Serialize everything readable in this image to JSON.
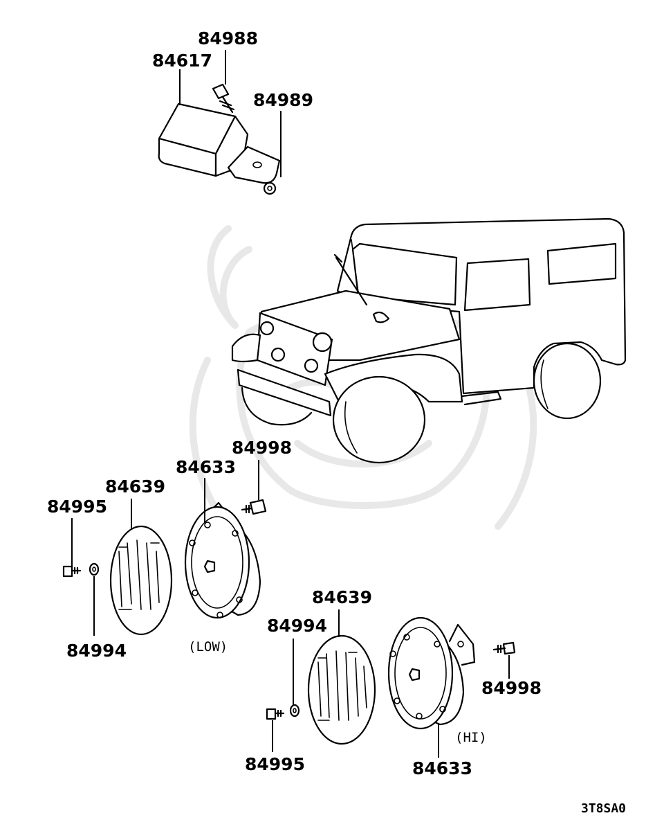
{
  "parts": {
    "relay": "84617",
    "relay_screw": "84988",
    "relay_nut": "84989",
    "horn_low_screw_top": "84998",
    "horn_low": "84633",
    "cover_low": "84639",
    "screw_low_left": "84995",
    "washer_low_left": "84994",
    "cover_hi": "84639",
    "washer_hi_left": "84994",
    "screw_hi_left": "84995",
    "horn_hi_screw_right": "84998",
    "horn_hi": "84633"
  },
  "notes": {
    "low": "(LOW)",
    "hi": "(HI)"
  },
  "diagram_code": "3T8SA0"
}
